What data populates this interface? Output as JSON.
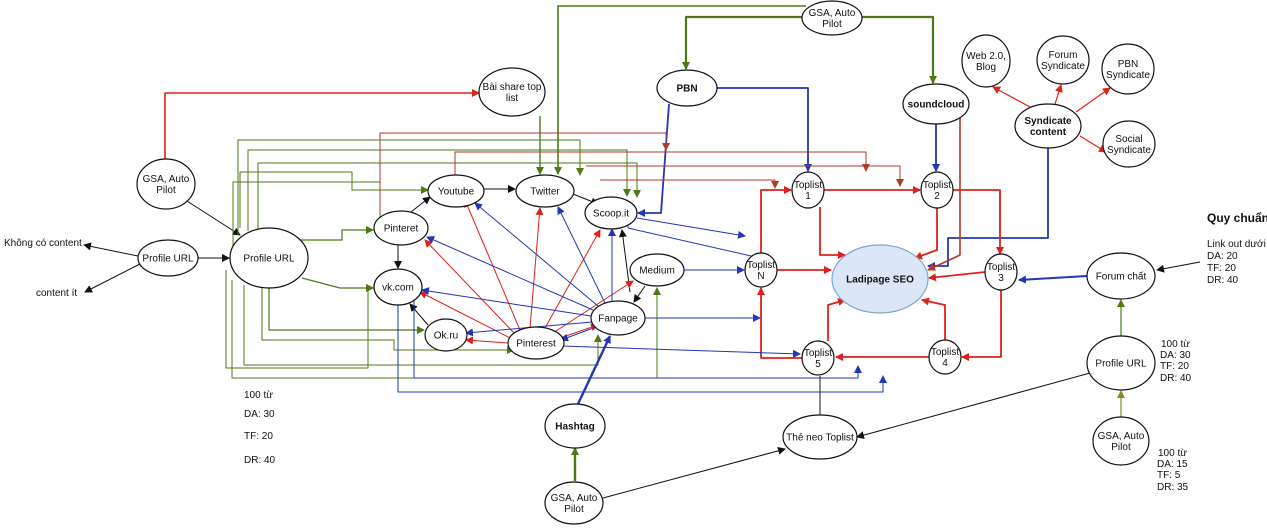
{
  "colors": {
    "red": "#e0201b",
    "dark_red": "#b23a2a",
    "blue": "#2237b8",
    "green": "#4e7a16",
    "olive": "#8a8a2a",
    "black": "#111111",
    "seo_fill": "#dbe7f7"
  },
  "nodes": {
    "gsa_top": [
      "GSA, Auto",
      "Pilot"
    ],
    "pbn": [
      "PBN"
    ],
    "soundcloud": [
      "soundcloud"
    ],
    "bai_share": [
      "Bài share top",
      "list"
    ],
    "web20": [
      "Web 2.0,",
      "Blog"
    ],
    "forum_syn": [
      "Forum",
      "Syndicate"
    ],
    "pbn_syn": [
      "PBN",
      "Syndicate"
    ],
    "syndicate": [
      "Syndicate",
      "content"
    ],
    "social_syn": [
      "Social",
      "Syndicate"
    ],
    "gsa_left": [
      "GSA, Auto",
      "Pilot"
    ],
    "profile_small": [
      "Profile URL"
    ],
    "profile_big": [
      "Profile URL"
    ],
    "youtube": [
      "Youtube"
    ],
    "twitter": [
      "Twitter"
    ],
    "scoop": [
      "Scoop.it"
    ],
    "pinteret": [
      "Pinteret"
    ],
    "vk": [
      "vk.com"
    ],
    "medium": [
      "Medium"
    ],
    "okru": [
      "Ok.ru"
    ],
    "fanpage": [
      "Fanpage"
    ],
    "pinterest": [
      "Pinterest"
    ],
    "hashtag": [
      "Hashtag"
    ],
    "gsa_bottom": [
      "GSA, Auto",
      "Pilot"
    ],
    "toplist1": [
      "Toplist",
      "1"
    ],
    "toplist2": [
      "Toplist",
      "2"
    ],
    "toplistn": [
      "Toplist",
      "N"
    ],
    "toplist3": [
      "Toplist",
      "3"
    ],
    "toplist4": [
      "Toplist",
      "4"
    ],
    "toplist5": [
      "Toplist",
      "5"
    ],
    "ladipage": [
      "Ladipage SEO"
    ],
    "the_neo": [
      "Thẻ neo Toplist"
    ],
    "forum_chat": [
      "Forum chất"
    ],
    "profile_right": [
      "Profile URL"
    ],
    "gsa_right": [
      "GSA, Auto",
      "Pilot"
    ]
  },
  "labels": {
    "khong_co_content": "Không có content",
    "content_it": "content ít",
    "quy_chuan": "Quy chuẩn",
    "quy_chuan_lines": [
      "Link out dưới l",
      "DA: 20",
      "TF: 20",
      "DR: 40"
    ],
    "left_metrics": [
      "100 từ",
      "DA: 30",
      "TF: 20",
      "DR: 40"
    ],
    "right_metrics_1": [
      "100 từ",
      "DA: 30",
      "TF: 20",
      "DR: 40"
    ],
    "right_metrics_2": [
      "100 từ",
      "DA: 15",
      "TF: 5",
      "DR: 35"
    ]
  }
}
